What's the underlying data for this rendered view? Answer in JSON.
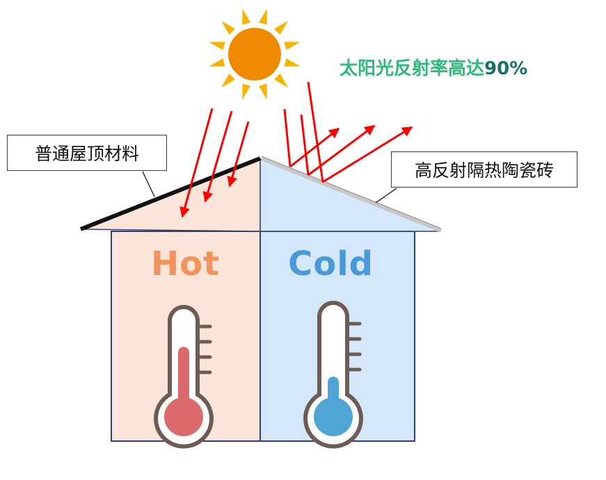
{
  "labels": {
    "regular_roof": "普通屋顶材料",
    "reflective_tile": "高反射隔热陶瓷砖",
    "reflectance_text": "太阳光反射率高达",
    "reflectance_value": "90%",
    "hot": "Hot",
    "cold": "Cold"
  },
  "colors": {
    "sun": "#ee8a00",
    "sun_rays": "#f6b400",
    "arrows": "#ff0000",
    "hot_fill": "#fbe4d8",
    "cold_fill": "#d5e8fb",
    "hot_text": "#f0935c",
    "cold_text": "#4a9ad9",
    "hot_mercury": "#d9696a",
    "cold_mercury": "#4fa6d6",
    "thermometer_outline": "#6c5c55",
    "reflectance_text": "#2eb87a",
    "reflectance_value": "#1a6f6a"
  },
  "icons": {
    "sun": "sun-icon",
    "hot_thermometer": "thermometer-icon",
    "cold_thermometer": "thermometer-icon"
  },
  "levels": {
    "hot_thermometer_fill": 0.72,
    "cold_thermometer_fill": 0.38
  }
}
